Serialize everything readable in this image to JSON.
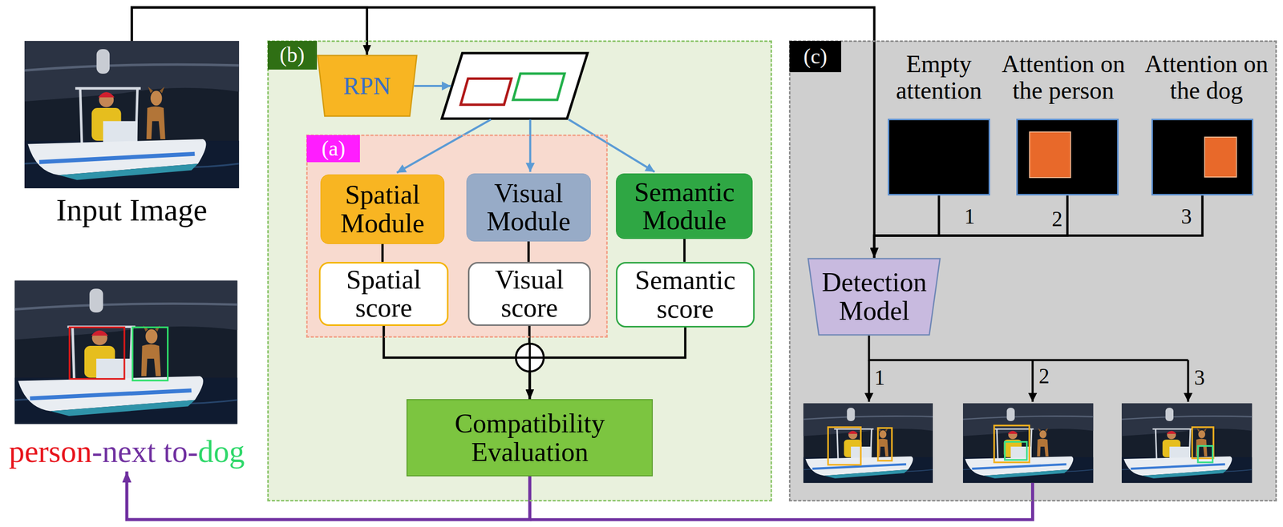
{
  "diagram": {
    "nodes": [
      {
        "text": [
          "Input Image"
        ]
      },
      {
        "text": [
          "(b)"
        ]
      },
      {
        "text": [
          "RPN"
        ],
        "in": 1
      },
      {
        "text": [
          "(a)"
        ],
        "in": 1
      },
      {
        "text": [
          "Spatial Module"
        ],
        "in": 3
      },
      {
        "text": [
          "Visual Module"
        ],
        "in": 3
      },
      {
        "text": [
          "Semantic Module"
        ],
        "in": 1
      },
      {
        "text": [
          "Spatial score"
        ],
        "in": 3
      },
      {
        "text": [
          "Visual score"
        ],
        "in": 3
      },
      {
        "text": [
          "Semantic score"
        ],
        "in": 1
      },
      {
        "text": [
          "Compatibility Evaluation"
        ],
        "in": 1
      },
      {
        "text": [
          "(c)"
        ]
      },
      {
        "text": [
          "Empty attention"
        ],
        "in": 11
      },
      {
        "text": [
          "Attention on the person"
        ],
        "in": 11
      },
      {
        "text": [
          "Attention on the dog"
        ],
        "in": 11
      },
      {
        "text": [
          "Detection Model"
        ],
        "in": 11
      },
      {
        "text": [
          "person",
          "-next to-",
          "dog"
        ]
      }
    ],
    "edges": [
      {
        "from": 0,
        "to": 2,
        "arrow": "to"
      },
      {
        "from": 0,
        "to": 15,
        "arrow": "to"
      },
      {
        "from": 4,
        "to": 7,
        "arrow": "none"
      },
      {
        "from": 5,
        "to": 8,
        "arrow": "none"
      },
      {
        "from": 6,
        "to": 9,
        "arrow": "none"
      },
      {
        "from": 7,
        "to": 10,
        "arrow": "to"
      },
      {
        "from": 8,
        "to": 10,
        "arrow": "to"
      },
      {
        "from": 9,
        "to": 10,
        "arrow": "to"
      },
      {
        "from": 12,
        "to": 15,
        "arrow": "to"
      },
      {
        "from": 13,
        "to": 15,
        "arrow": "to"
      },
      {
        "from": 14,
        "to": 15,
        "arrow": "to"
      },
      {
        "from": 10,
        "to": 16,
        "arrow": "to"
      }
    ],
    "labels": [
      "1",
      "2",
      "3",
      "1",
      "2",
      "3"
    ]
  }
}
